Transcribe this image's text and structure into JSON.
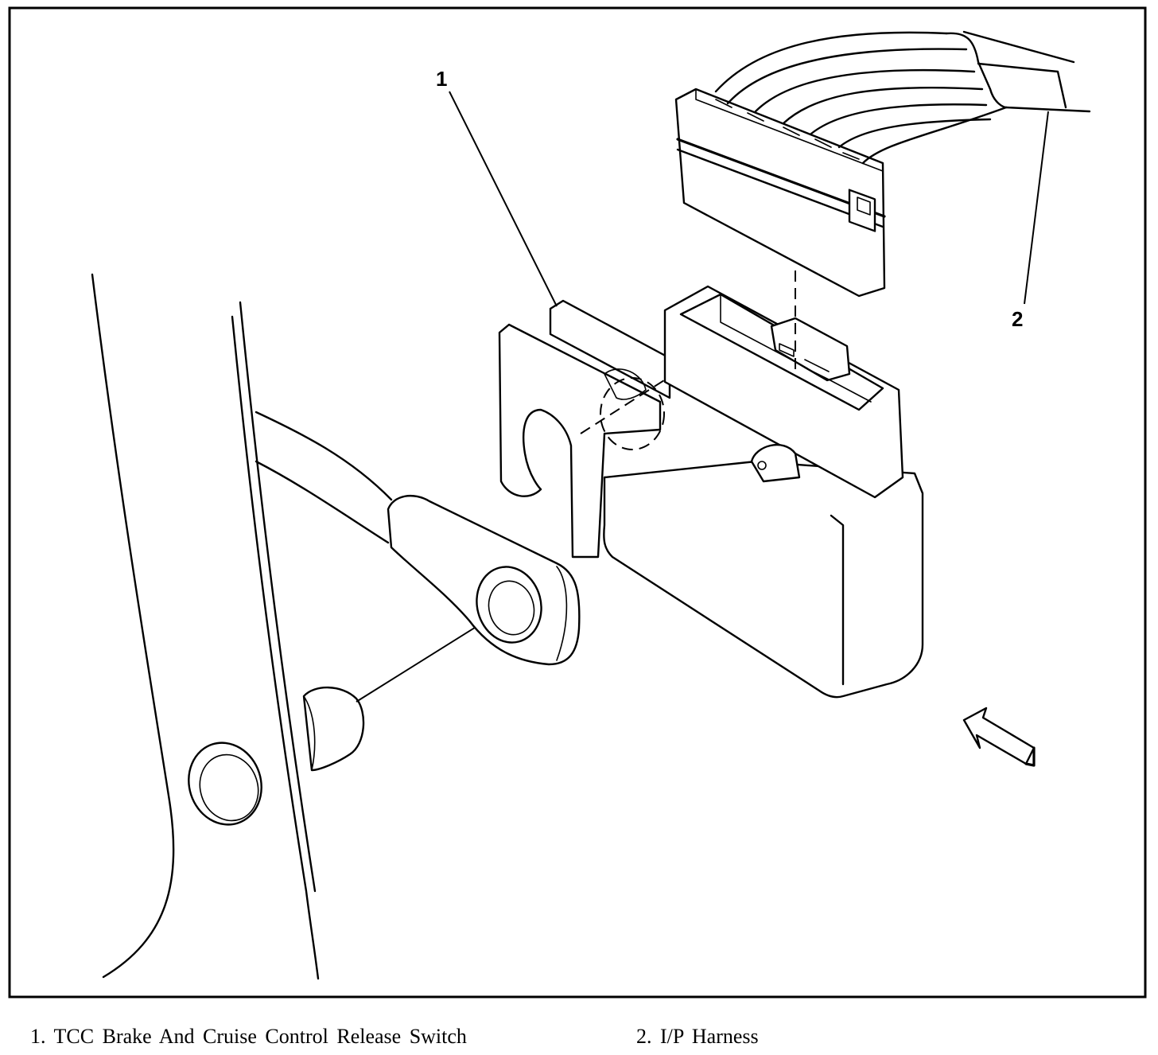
{
  "callouts": [
    {
      "number": "1"
    },
    {
      "number": "2"
    }
  ],
  "legend": [
    {
      "text": "1. TCC Brake And Cruise Control Release Switch"
    },
    {
      "text": "2. I/P Harness"
    }
  ]
}
